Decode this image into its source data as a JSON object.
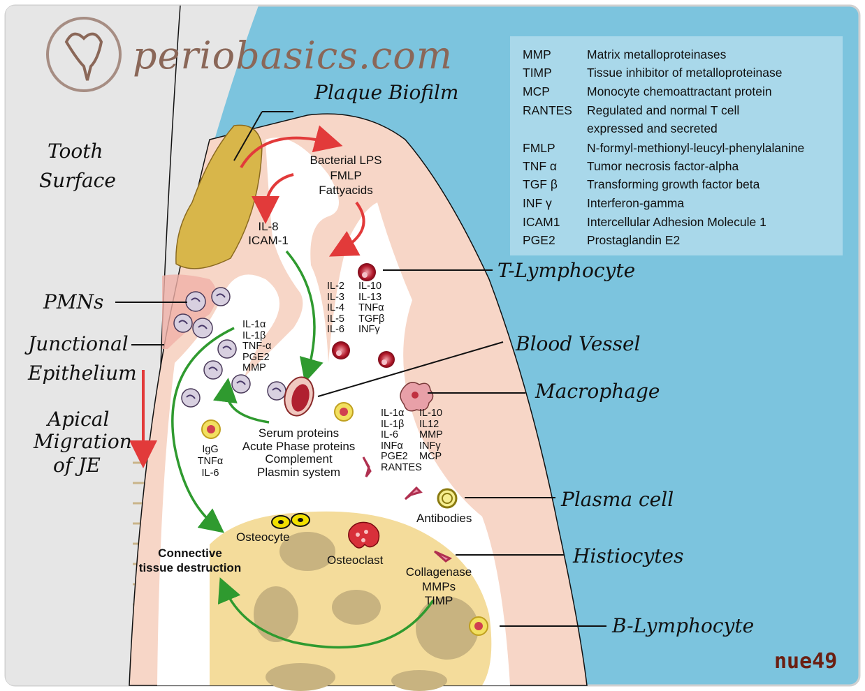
{
  "logo": {
    "text": "periobasics.com",
    "icon": "tooth-logo-icon"
  },
  "signature": "nue49",
  "titles": {
    "plaque_biofilm": "Plaque Biofilm",
    "tooth_surface": [
      "Tooth",
      "Surface"
    ],
    "pmns": "PMNs",
    "junctional_epithelium": [
      "Junctional",
      "Epithelium"
    ],
    "apical_migration": [
      "Apical",
      "Migration",
      "of JE"
    ],
    "t_lymphocyte": "T-Lymphocyte",
    "blood_vessel": "Blood Vessel",
    "macrophage": "Macrophage",
    "plasma_cell": "Plasma cell",
    "histiocytes": "Histiocytes",
    "b_lymphocyte": "B-Lymphocyte"
  },
  "labels": {
    "bacterial": [
      "Bacterial LPS",
      "FMLP",
      "Fattyacids"
    ],
    "il8": [
      "IL-8",
      "ICAM-1"
    ],
    "t_cytokines_left": [
      "IL-2",
      "IL-3",
      "IL-4",
      "IL-5",
      "IL-6"
    ],
    "t_cytokines_right": [
      "IL-10",
      "IL-13",
      "TNFα",
      "TGFβ",
      "INFγ"
    ],
    "pmn_mediators": [
      "IL-1α",
      "IL-1β",
      "TNF-α",
      "PGE2",
      "MMP"
    ],
    "serum": [
      "Serum proteins",
      "Acute Phase proteins",
      "Complement",
      "Plasmin system"
    ],
    "b_products": [
      "IgG",
      "TNFα",
      "IL-6"
    ],
    "mac_left": [
      "IL-1α",
      "IL-1β",
      "IL-6",
      "INFα",
      "PGE2",
      "RANTES"
    ],
    "mac_right": [
      "IL-10",
      "IL12",
      "MMP",
      "INFγ",
      "MCP"
    ],
    "antibodies": "Antibodies",
    "osteocyte": "Osteocyte",
    "osteoclast": "Osteoclast",
    "ct_destruction": [
      "Connective",
      "tissue destruction"
    ],
    "collagenase": [
      "Collagenase",
      "MMPs",
      "TIMP"
    ]
  },
  "legend": [
    {
      "abbr": "MMP",
      "def": "Matrix metalloproteinases"
    },
    {
      "abbr": "TIMP",
      "def": "Tissue inhibitor of metalloproteinase"
    },
    {
      "abbr": "MCP",
      "def": "Monocyte chemoattractant protein"
    },
    {
      "abbr": "RANTES",
      "def": "Regulated and normal T cell"
    },
    {
      "abbr": "",
      "def": "expressed and secreted"
    },
    {
      "abbr": "FMLP",
      "def": "N-formyl-methionyl-leucyl-phenylalanine"
    },
    {
      "abbr": "TNF α",
      "def": "Tumor necrosis factor-alpha"
    },
    {
      "abbr": "TGF β",
      "def": "Transforming growth factor beta"
    },
    {
      "abbr": "INF γ",
      "def": "Interferon-gamma"
    },
    {
      "abbr": "ICAM1",
      "def": "Intercellular Adhesion Molecule 1"
    },
    {
      "abbr": "PGE2",
      "def": "Prostaglandin E2"
    }
  ],
  "colors": {
    "sky": "#7cc4de",
    "gingiva": "#f7d6c7",
    "tissue": "#ffffff",
    "tooth": "#e6e6e6",
    "plaque": "#d8b64a",
    "bone": "#f4dc9b",
    "red_arrow": "#e23a3a",
    "green_arrow": "#2f9a2f",
    "legend_bg": "#a9d8ea"
  }
}
